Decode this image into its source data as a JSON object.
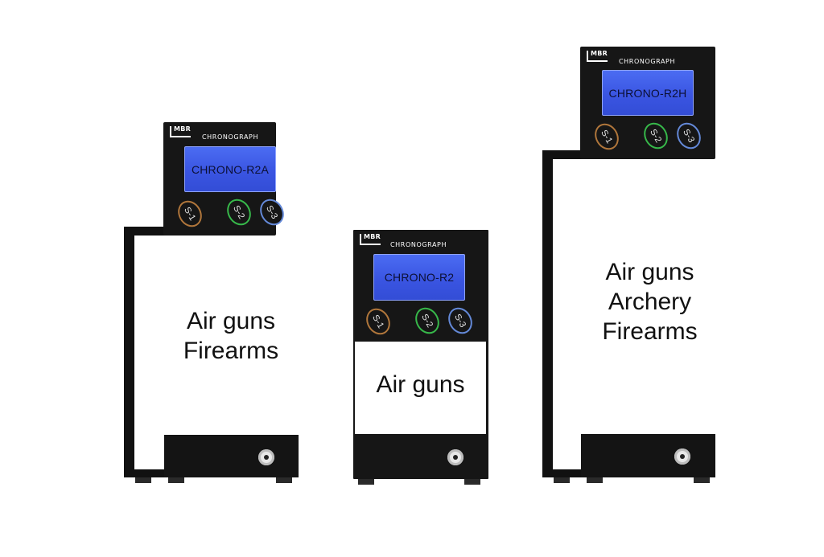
{
  "devices": [
    {
      "id": "r2a",
      "logo": "MBR",
      "brand": "CHRONOGRAPH",
      "display": "CHRONO-R2A",
      "buttons": [
        "S-1",
        "S-2",
        "S-3"
      ],
      "uses": [
        "Air guns",
        "Firearms"
      ]
    },
    {
      "id": "r2",
      "logo": "MBR",
      "brand": "CHRONOGRAPH",
      "display": "CHRONO-R2",
      "buttons": [
        "S-1",
        "S-2",
        "S-3"
      ],
      "uses": [
        "Air guns"
      ]
    },
    {
      "id": "r2h",
      "logo": "MBR",
      "brand": "CHRONOGRAPH",
      "display": "CHRONO-R2H",
      "buttons": [
        "S-1",
        "S-2",
        "S-3"
      ],
      "uses": [
        "Air guns",
        "Archery",
        "Firearms"
      ]
    }
  ],
  "colors": {
    "body": "#161616",
    "lcd": "#3a55e2",
    "button_s1": "#b0763b",
    "button_s2": "#37b84a",
    "button_s3": "#6489d8"
  }
}
